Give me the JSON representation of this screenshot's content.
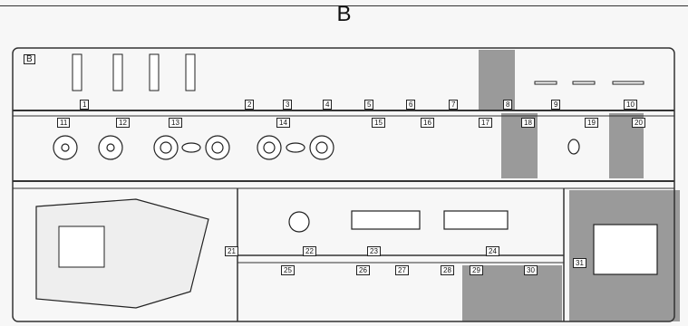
{
  "sheet": {
    "title": "B",
    "sprue_badge": "B",
    "part_numbers": [
      "1",
      "2",
      "3",
      "4",
      "5",
      "6",
      "7",
      "8",
      "9",
      "10",
      "11",
      "12",
      "13",
      "14",
      "15",
      "16",
      "17",
      "18",
      "19",
      "20",
      "21",
      "22",
      "23",
      "24",
      "25",
      "26",
      "27",
      "28",
      "29",
      "30",
      "31"
    ]
  }
}
